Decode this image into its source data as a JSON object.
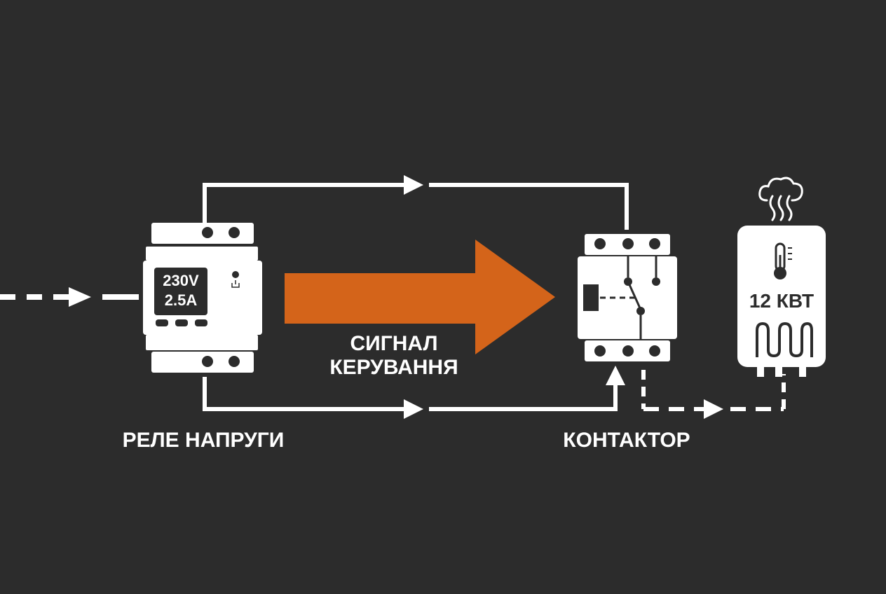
{
  "relay": {
    "title": "РЕЛЕ НАПРУГИ",
    "voltage": "230V",
    "current": "2.5A"
  },
  "signal": {
    "line1": "СИГНАЛ",
    "line2": "КЕРУВАННЯ"
  },
  "contactor": {
    "title": "КОНТАКТОР"
  },
  "boiler": {
    "power": "12 КВТ"
  },
  "colors": {
    "background": "#2c2c2c",
    "accent": "#d4641a",
    "foreground": "#ffffff"
  },
  "icons": [
    "steam-cloud-icon",
    "thermometer-icon",
    "heating-element-icon",
    "power-button-icon"
  ]
}
